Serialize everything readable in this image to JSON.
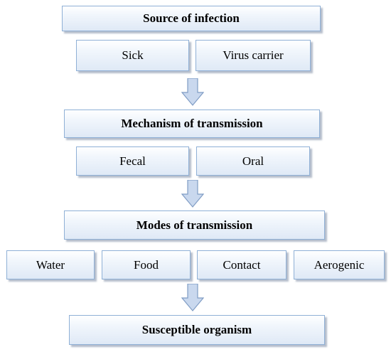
{
  "source": {
    "title": "Source of infection",
    "items": [
      "Sick",
      "Virus carrier"
    ]
  },
  "mechanism": {
    "title": "Mechanism of transmission",
    "items": [
      "Fecal",
      "Oral"
    ]
  },
  "modes": {
    "title": "Modes of transmission",
    "items": [
      "Water",
      "Food",
      "Contact",
      "Aerogenic"
    ]
  },
  "target": {
    "title": "Susceptible organism"
  },
  "colors": {
    "border": "#8fb0d6",
    "fill_top": "#ffffff",
    "fill_bottom": "#dfe9f6",
    "arrow_fill": "#c9d8ee",
    "arrow_stroke": "#7f9cc4"
  }
}
